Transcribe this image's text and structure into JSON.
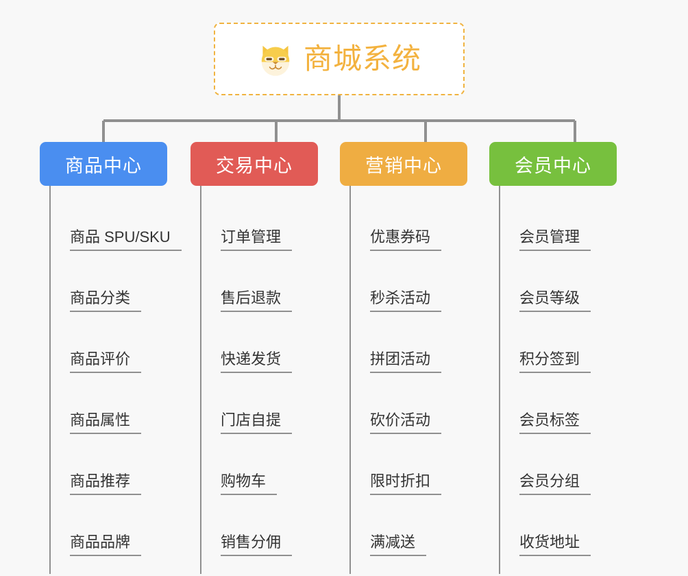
{
  "page": {
    "title": "商城系统",
    "background_color": "#f8f8f8",
    "root_border_color": "#f0b340",
    "root_text_color": "#f3b23f",
    "connector_color": "#909090",
    "leaf_text_color": "#333333"
  },
  "root": {
    "icon": "dog-face-icon",
    "label": "商城系统"
  },
  "categories": [
    {
      "label": "商品中心",
      "color": "#4a8ef0",
      "items": [
        {
          "label": "商品 SPU/SKU"
        },
        {
          "label": "商品分类"
        },
        {
          "label": "商品评价"
        },
        {
          "label": "商品属性"
        },
        {
          "label": "商品推荐"
        },
        {
          "label": "商品品牌"
        }
      ]
    },
    {
      "label": "交易中心",
      "color": "#e15b56",
      "items": [
        {
          "label": "订单管理"
        },
        {
          "label": "售后退款"
        },
        {
          "label": "快递发货"
        },
        {
          "label": "门店自提"
        },
        {
          "label": "购物车"
        },
        {
          "label": "销售分佣"
        }
      ]
    },
    {
      "label": "营销中心",
      "color": "#efad42",
      "items": [
        {
          "label": "优惠券码"
        },
        {
          "label": "秒杀活动"
        },
        {
          "label": "拼团活动"
        },
        {
          "label": "砍价活动"
        },
        {
          "label": "限时折扣"
        },
        {
          "label": "满减送"
        }
      ]
    },
    {
      "label": "会员中心",
      "color": "#77c03e",
      "items": [
        {
          "label": "会员管理"
        },
        {
          "label": "会员等级"
        },
        {
          "label": "积分签到"
        },
        {
          "label": "会员标签"
        },
        {
          "label": "会员分组"
        },
        {
          "label": "收货地址"
        }
      ]
    }
  ]
}
